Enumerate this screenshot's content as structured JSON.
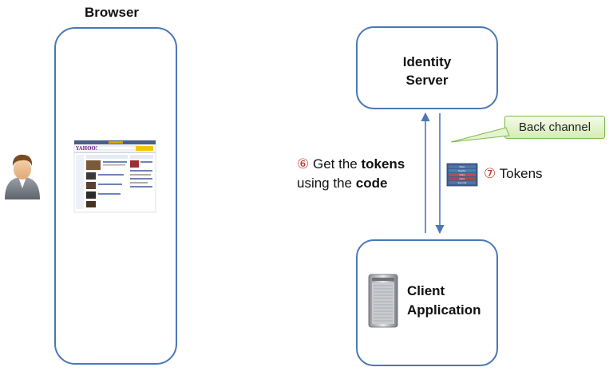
{
  "browser": {
    "title": "Browser",
    "page_logo": "YAHOO!"
  },
  "identity_server": {
    "line1": "Identity",
    "line2": "Server"
  },
  "client_application": {
    "line1": "Client",
    "line2": "Application"
  },
  "step6": {
    "marker": "⑥",
    "pre": " Get the ",
    "bold1": "tokens",
    "line2_pre": "using the ",
    "bold2": "code"
  },
  "step7": {
    "marker": "⑦",
    "text": " Tokens"
  },
  "callout": {
    "text": "Back channel"
  },
  "token_parts": [
    "Token",
    "Header",
    "Claim",
    "Claim",
    "Security"
  ],
  "colors": {
    "box_border": "#4a78b5",
    "arrow": "#4a78b5",
    "marker": "#c0392b",
    "callout_border": "#7dbb4c"
  }
}
